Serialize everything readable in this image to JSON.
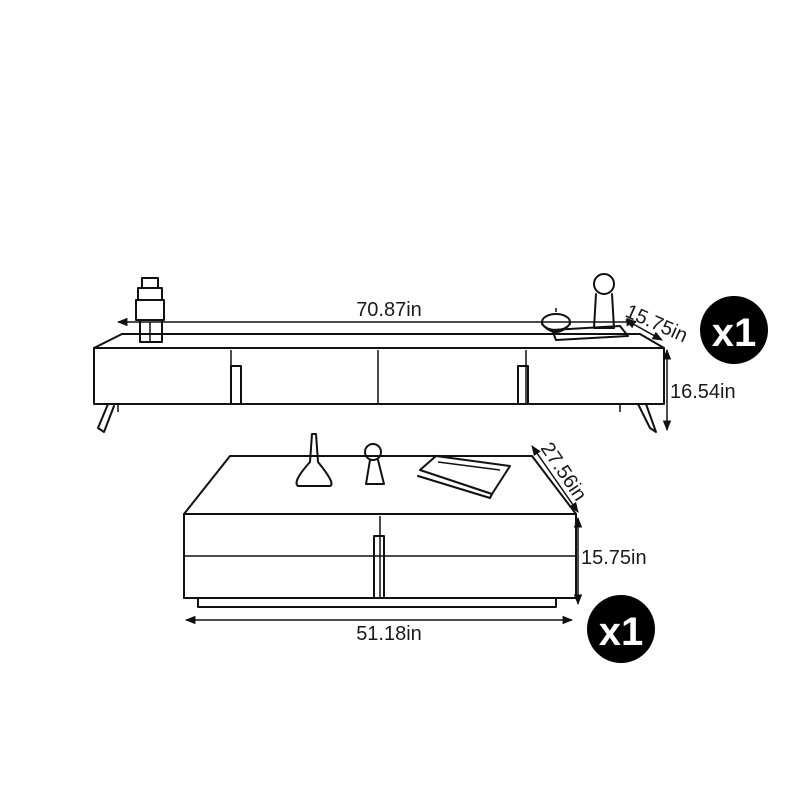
{
  "tv_cabinet": {
    "width": "70.87in",
    "depth": "15.75in",
    "height": "16.54in",
    "quantity": "x1"
  },
  "coffee_table": {
    "depth": "27.56in",
    "height": "15.75in",
    "width": "51.18in",
    "quantity": "x1"
  },
  "colors": {
    "line": "#111111",
    "badge": "#000000",
    "background": "#ffffff"
  }
}
